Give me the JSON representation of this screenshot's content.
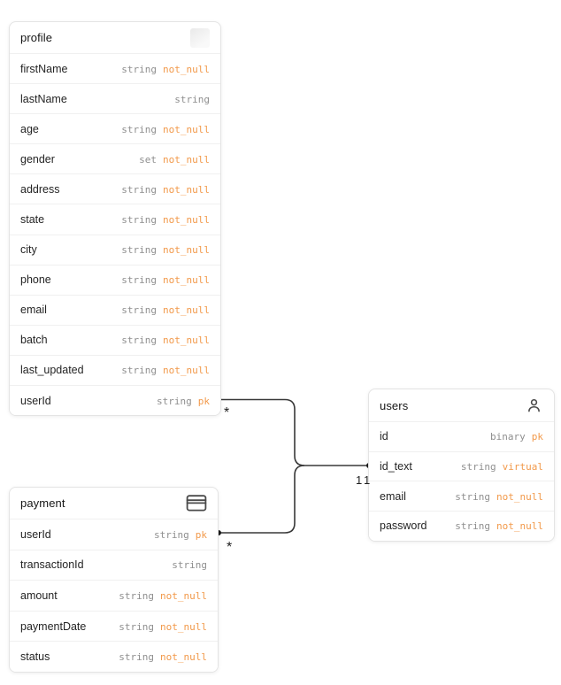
{
  "diagram": {
    "tables": [
      {
        "name": "profile",
        "icon": "faded-square-icon",
        "fields": [
          {
            "name": "firstName",
            "type": "string",
            "constraint": "not_null"
          },
          {
            "name": "lastName",
            "type": "string",
            "constraint": ""
          },
          {
            "name": "age",
            "type": "string",
            "constraint": "not_null"
          },
          {
            "name": "gender",
            "type": "set",
            "constraint": "not_null"
          },
          {
            "name": "address",
            "type": "string",
            "constraint": "not_null"
          },
          {
            "name": "state",
            "type": "string",
            "constraint": "not_null"
          },
          {
            "name": "city",
            "type": "string",
            "constraint": "not_null"
          },
          {
            "name": "phone",
            "type": "string",
            "constraint": "not_null"
          },
          {
            "name": "email",
            "type": "string",
            "constraint": "not_null"
          },
          {
            "name": "batch",
            "type": "string",
            "constraint": "not_null"
          },
          {
            "name": "last_updated",
            "type": "string",
            "constraint": "not_null"
          },
          {
            "name": "userId",
            "type": "string",
            "constraint": "pk"
          }
        ]
      },
      {
        "name": "users",
        "icon": "person-icon",
        "fields": [
          {
            "name": "id",
            "type": "binary",
            "constraint": "pk"
          },
          {
            "name": "id_text",
            "type": "string",
            "constraint": "virtual"
          },
          {
            "name": "email",
            "type": "string",
            "constraint": "not_null"
          },
          {
            "name": "password",
            "type": "string",
            "constraint": "not_null"
          }
        ]
      },
      {
        "name": "payment",
        "icon": "credit-card-icon",
        "fields": [
          {
            "name": "userId",
            "type": "string",
            "constraint": "pk"
          },
          {
            "name": "transactionId",
            "type": "string",
            "constraint": ""
          },
          {
            "name": "amount",
            "type": "string",
            "constraint": "not_null"
          },
          {
            "name": "paymentDate",
            "type": "string",
            "constraint": "not_null"
          },
          {
            "name": "status",
            "type": "string",
            "constraint": "not_null"
          }
        ]
      }
    ],
    "relationships": [
      {
        "from": "profile.userId",
        "to": "users.id_text",
        "from_cardinality": "*",
        "to_cardinality": "1"
      },
      {
        "from": "payment.userId",
        "to": "users.id_text",
        "from_cardinality": "*",
        "to_cardinality": "1"
      }
    ],
    "cardinality_labels": [
      {
        "text": "*"
      },
      {
        "text": "*"
      },
      {
        "text": "1"
      },
      {
        "text": "1"
      }
    ],
    "colors": {
      "constraint_accent": "#f2994a",
      "type_text": "#8f8f8f",
      "field_text": "#242424",
      "connector_line": "#383838",
      "table_border": "#e4e4e4",
      "background": "#ffffff"
    }
  }
}
